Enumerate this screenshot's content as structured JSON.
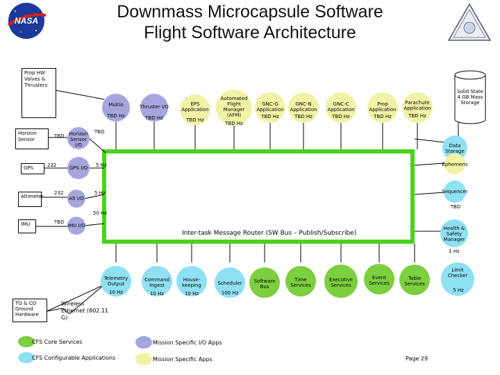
{
  "title_line1": "Downmass Microcapsule Software",
  "title_line2": "Flight Software Architecture",
  "colors": {
    "core": "#7ccf3f",
    "configurable": "#8fe0f2",
    "mission_io": "#a6a6dd",
    "mission_app": "#f2f2a6",
    "bus": "#4bd21e"
  },
  "hardware": {
    "prop_hw": "Prop HW Valves & Thrusters",
    "horizon_sensor": "Horizon Sensor",
    "gps": "GPS",
    "altimeter": "Altimeter",
    "imu": "IMU",
    "ground": "TO & CO Ground Hardware",
    "storage": "Solid State 4 GB Mass Storage"
  },
  "links": {
    "tbd_horizon": "TBD",
    "rs232_gps": "232",
    "rs232_alt": "232",
    "tbd_imu": "TBD",
    "ethernet": "Wireless Ethernet (802.11 G)"
  },
  "io_apps": {
    "horizon_io": "Horizon Sensor I/O",
    "gps_io": "GPS I/O",
    "alt_io": "Alt I/O",
    "imu_io": "IMU I/O"
  },
  "top_apps": [
    {
      "name": "Multio",
      "rate": "TBD Hz"
    },
    {
      "name": "Thruster I/O",
      "rate": "TBD Hz"
    },
    {
      "name": "EPS Application",
      "rate": "TBD Hz"
    },
    {
      "name": "Automated Flight Manager (AFM)",
      "rate": "TBD Hz"
    },
    {
      "name": "GNC-G Application",
      "rate": "TBD Hz"
    },
    {
      "name": "GNC-N Application",
      "rate": "TBD Hz"
    },
    {
      "name": "GNC-C Application",
      "rate": "TBD Hz"
    },
    {
      "name": "Prop Application",
      "rate": "TBD Hz"
    },
    {
      "name": "Parachute Application",
      "rate": "TBD Hz"
    }
  ],
  "right_apps": {
    "data_storage": "Data Storage",
    "ephemeris": "Ephemeris",
    "sequencer": "Sequencer",
    "sequencer_rate": "TBD",
    "health_safety": "Health & Safety Manager",
    "health_rate": "1 Hz",
    "limit_checker": "Limit Checker",
    "limit_rate": "5 Hz"
  },
  "rates": {
    "tbd_horizon_io": "TBD",
    "gps_rate": "5 Hz",
    "alt_rate": "5 Hz",
    "imu_rate": "50 Hz"
  },
  "bottom_apps": [
    {
      "name": "Telemetry Output",
      "rate": "10 Hz"
    },
    {
      "name": "Command Ingest",
      "rate": "10 Hz"
    },
    {
      "name": "House-keeping",
      "rate": "10 Hz"
    },
    {
      "name": "Scheduler",
      "rate": "100 Hz"
    },
    {
      "name": "Software Bus",
      "rate": ""
    },
    {
      "name": "Time Services",
      "rate": ""
    },
    {
      "name": "Executive Services",
      "rate": ""
    },
    {
      "name": "Event Services",
      "rate": ""
    },
    {
      "name": "Table Services",
      "rate": ""
    }
  ],
  "bus_label": "Inter-task Message Router (SW Bus – Publish/Subscribe)",
  "legend": {
    "core": "CFS Core Services",
    "configurable": "CFS Configurable Applications",
    "mission_io": "Mission Specific I/O Apps",
    "mission_app": "Mission Specific Apps"
  },
  "page_label": "Page 29"
}
